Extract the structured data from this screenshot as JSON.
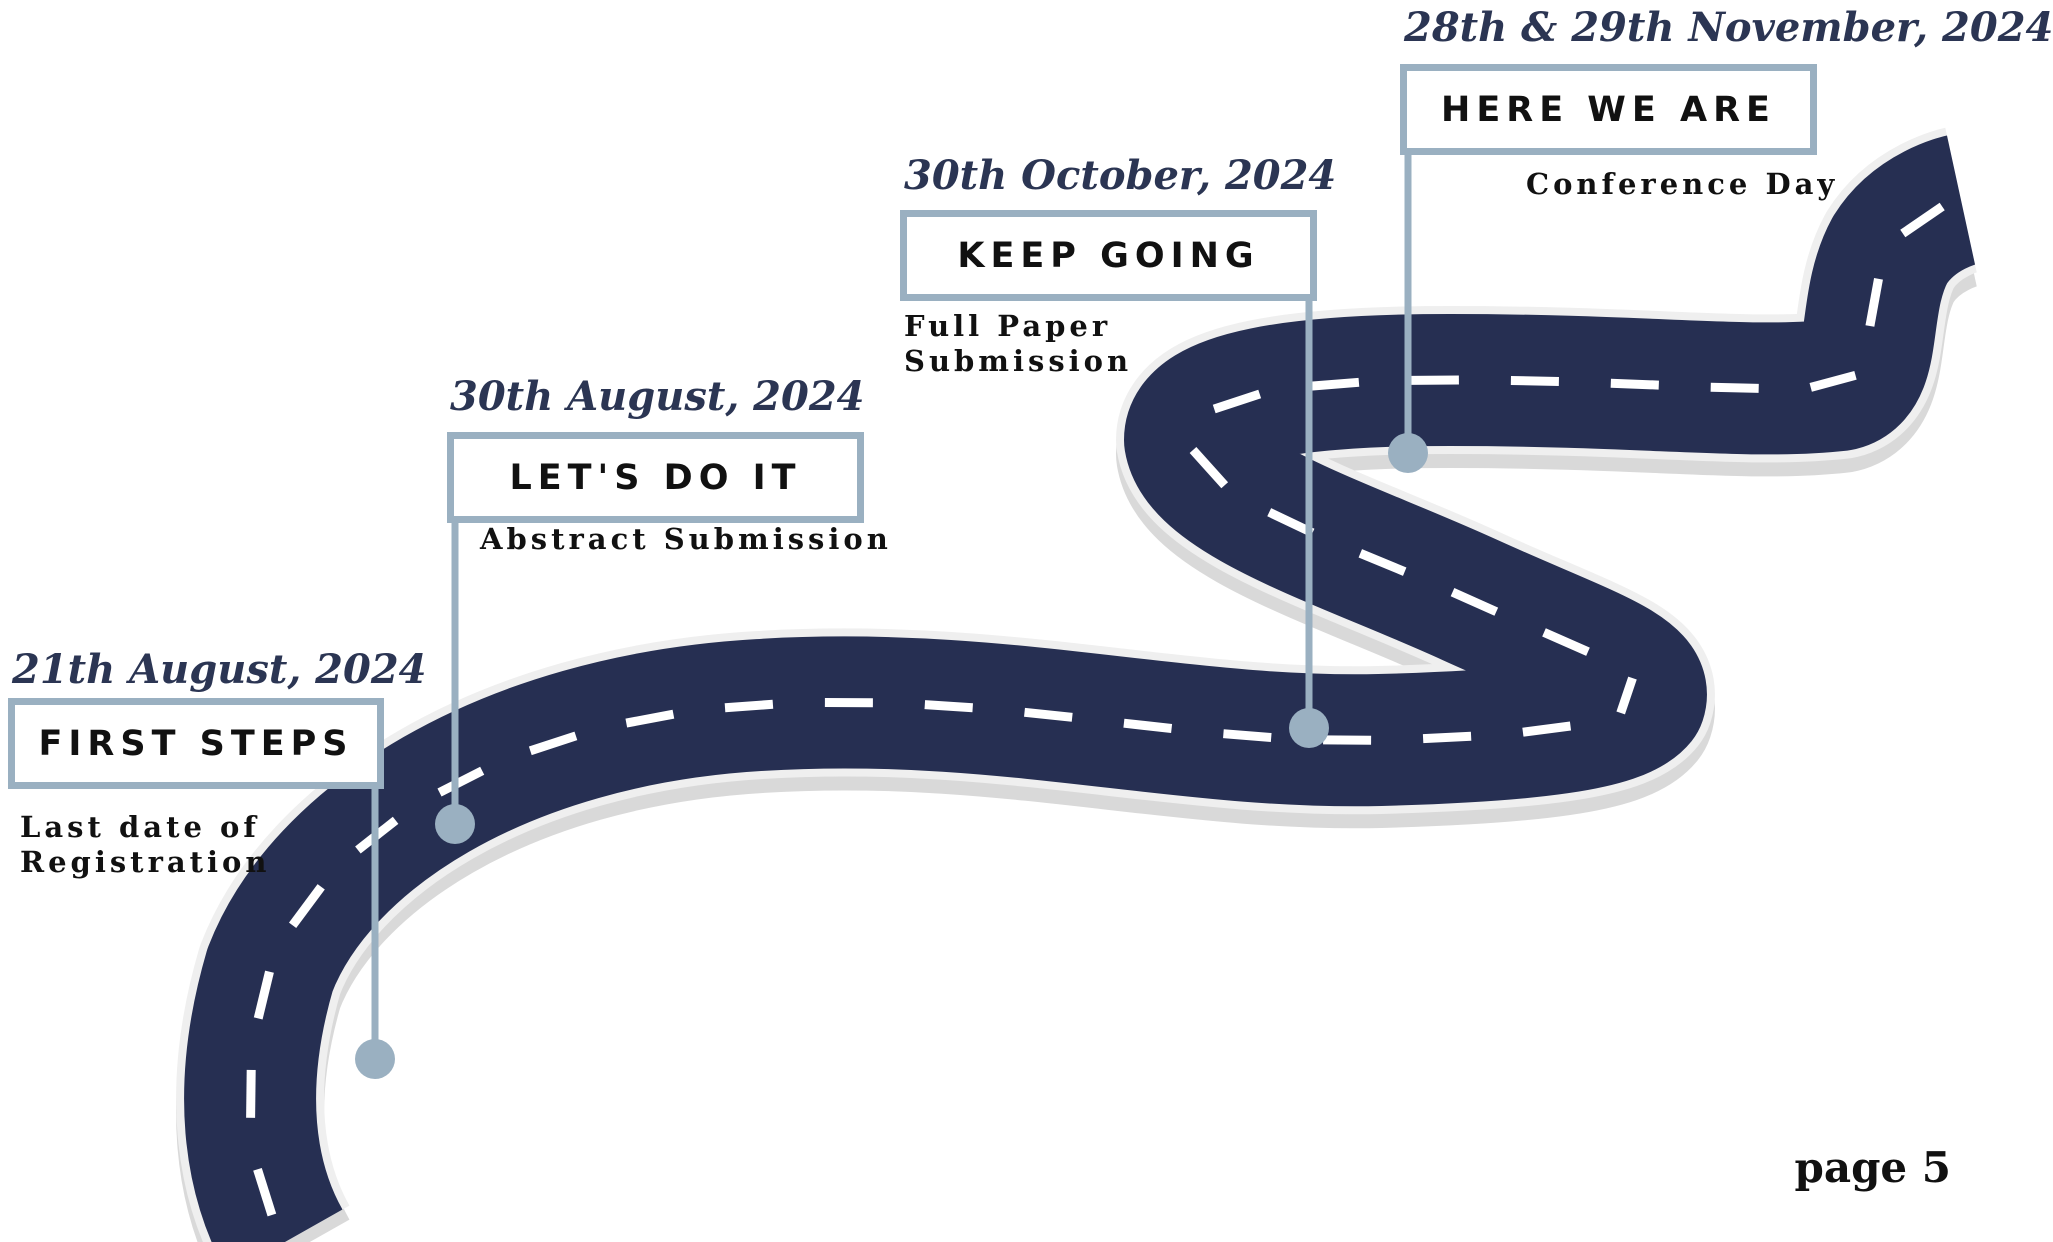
{
  "milestones": [
    {
      "date": "21th August, 2024",
      "title": "FIRST STEPS",
      "description": "Last date of\nRegistration"
    },
    {
      "date": "30th August, 2024",
      "title": "LET'S DO IT",
      "description": "Abstract Submission"
    },
    {
      "date": "30th October, 2024",
      "title": "KEEP GOING",
      "description": "Full Paper\nSubmission"
    },
    {
      "date": "28th & 29th November, 2024",
      "title": "HERE WE ARE",
      "description": "Conference Day"
    }
  ],
  "page_label": "page 5",
  "colors": {
    "road": "#262f52",
    "road_edge": "#d9d9d9",
    "road_shadow": "#b5b5b5",
    "marker": "#9ab0c1",
    "date_text": "#2b3553"
  }
}
